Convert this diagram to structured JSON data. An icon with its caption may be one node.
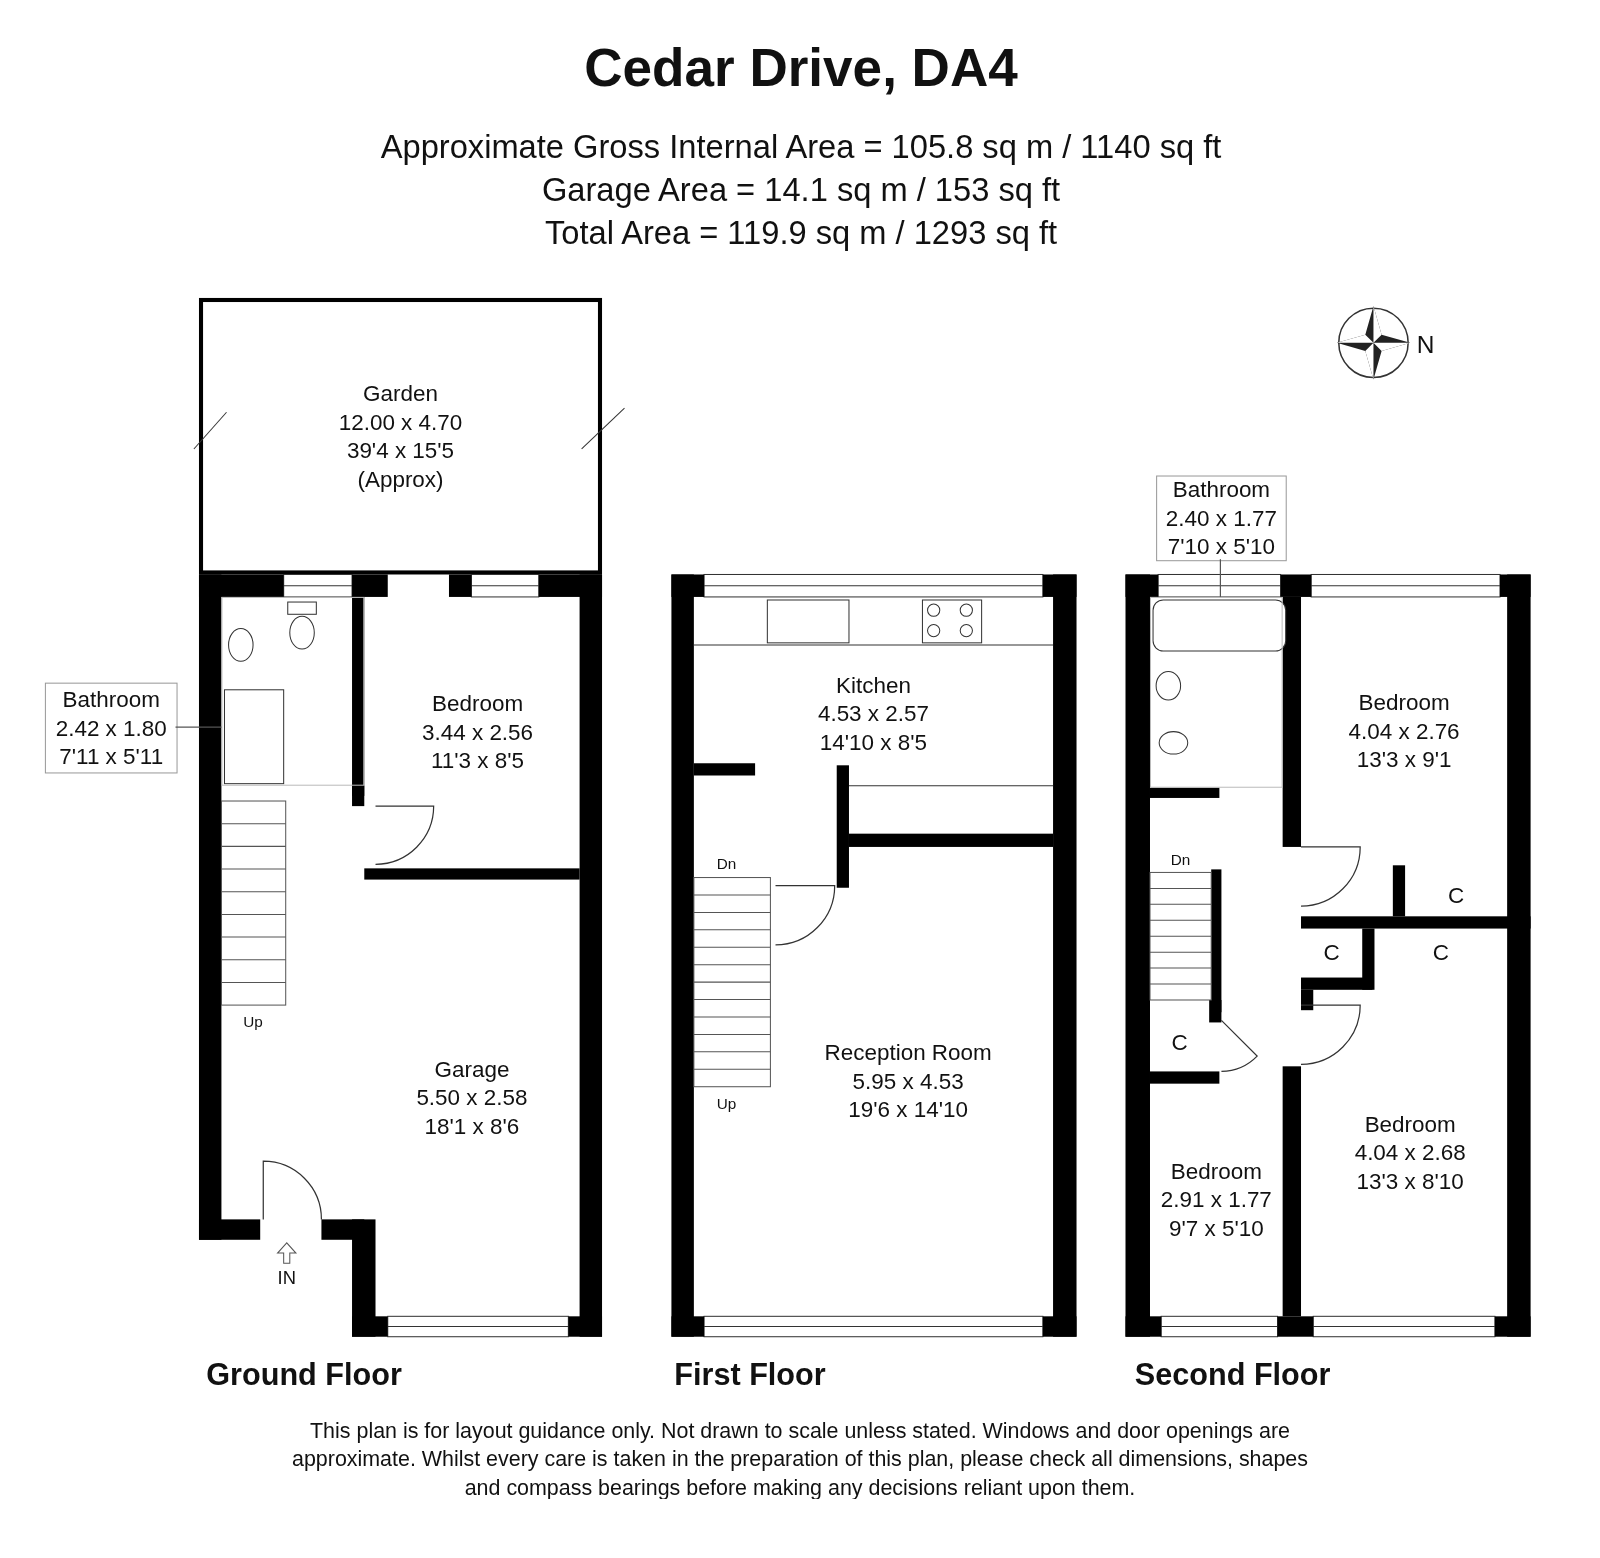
{
  "diagram": {
    "title": "Cedar Drive, DA4",
    "nodes": [
      {
        "text": [
          "Garden",
          "12.00 x 4.70",
          "39'4 x 15'5",
          "(Approx)"
        ]
      },
      {
        "text": [
          "Bathroom",
          "2.42 x 1.80",
          "7'11 x 5'11"
        ]
      },
      {
        "text": [],
        "shape": "box"
      },
      {
        "text": [
          "Bedroom",
          "3.44 x 2.56",
          "11'3 x 8'5"
        ]
      },
      {
        "text": [
          "Garage",
          "5.50 x 2.58",
          "18'1 x 8'6"
        ]
      },
      {
        "text": [
          "Kitchen",
          "4.53 x 2.57",
          "14'10 x 8'5"
        ]
      },
      {
        "text": [
          "Reception Room",
          "5.95 x 4.53",
          "19'6 x 14'10"
        ]
      },
      {
        "text": [
          "Bathroom",
          "2.40 x 1.77",
          "7'10 x 5'10"
        ]
      },
      {
        "text": [],
        "shape": "box"
      },
      {
        "text": [
          "Bedroom",
          "4.04 x 2.76",
          "13'3 x 9'1"
        ]
      },
      {
        "text": [
          "C"
        ]
      },
      {
        "text": [
          "C"
        ]
      },
      {
        "text": [
          "C"
        ]
      },
      {
        "text": [
          "C"
        ]
      },
      {
        "text": [
          "Bedroom",
          "2.91 x 1.77",
          "9'7 x 5'10"
        ]
      },
      {
        "text": [
          "Bedroom",
          "4.04 x 2.68",
          "13'3 x 8'10"
        ]
      }
    ],
    "edges": [
      {
        "from": 1,
        "to": 2,
        "arrow": "none"
      },
      {
        "from": 7,
        "to": 8,
        "arrow": "none"
      }
    ],
    "labels": [
      "Approximate Gross Internal Area = 105.8 sq m / 1140 sq ft",
      "Garage Area = 14.1 sq m / 153 sq ft",
      "Total Area = 119.9 sq m / 1293 sq ft",
      "N",
      "Up",
      "IN",
      "Dn",
      "Up",
      "Dn",
      "Ground Floor",
      "First Floor",
      "Second Floor",
      "This plan is for layout guidance only. Not drawn to scale unless stated. Windows and door openings are approximate. Whilst every care is taken in the preparation of this plan, please check all dimensions, shapes and compass bearings before making any decisions reliant upon them."
    ]
  }
}
